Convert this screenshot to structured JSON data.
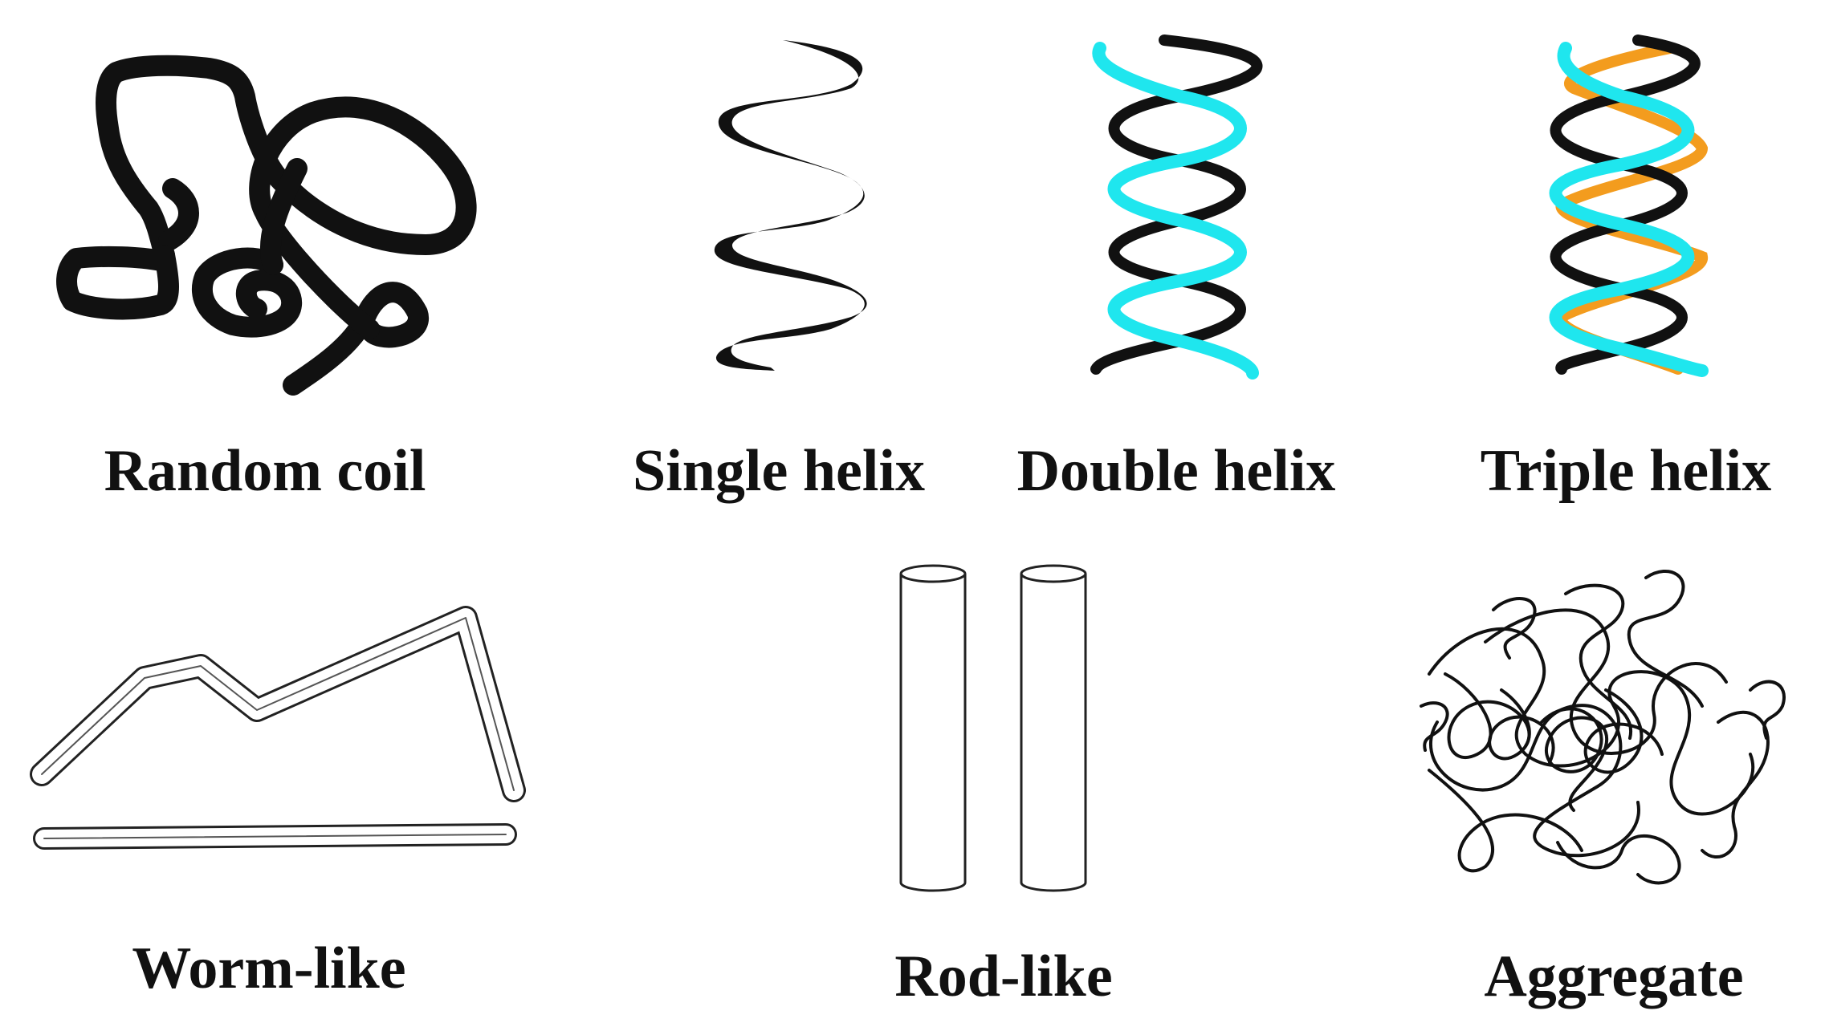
{
  "labels": {
    "random_coil": "Random coil",
    "single_helix": "Single helix",
    "double_helix": "Double helix",
    "triple_helix": "Triple helix",
    "worm_like": "Worm-like",
    "rod_like": "Rod-like",
    "aggregate": "Aggregate"
  },
  "colors": {
    "strand_primary": "#111111",
    "strand_cyan": "#1fe6ee",
    "strand_orange": "#f39c1e",
    "outline": "#222222",
    "fill": "#ffffff"
  }
}
